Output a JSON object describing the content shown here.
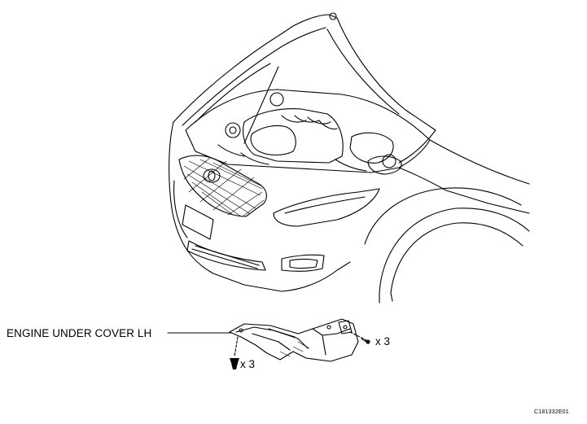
{
  "labels": {
    "part_name": "ENGINE UNDER COVER LH",
    "screw_quantity": "x 3",
    "clip_quantity": "x 3",
    "figure_code": "C181332E01"
  },
  "icons": {
    "car": "car-front-open-hood-drawing",
    "under_cover": "engine-under-cover-drawing",
    "screw": "screw-icon",
    "clip": "clip-icon"
  },
  "colors": {
    "line": "#000000",
    "background": "#ffffff"
  }
}
